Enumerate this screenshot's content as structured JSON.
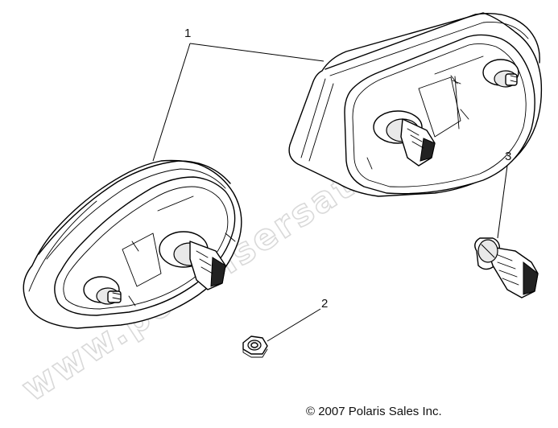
{
  "callouts": [
    {
      "id": "1",
      "label": "1"
    },
    {
      "id": "2",
      "label": "2"
    },
    {
      "id": "3",
      "label": "3"
    }
  ],
  "copyright": "© 2007 Polaris Sales Inc.",
  "watermark": "www.polarisersatzteile.de"
}
